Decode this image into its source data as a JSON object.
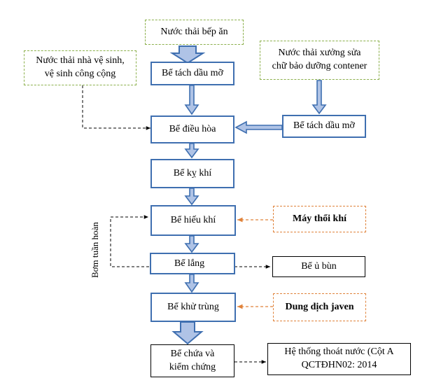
{
  "nodes": {
    "kitchen_wastewater": "Nước thải bếp ăn",
    "toilet_wastewater_line1": "Nước thải nhà vệ sinh,",
    "toilet_wastewater_line2": "vệ sinh công cộng",
    "workshop_wastewater_line1": "Nước thải  xưởng sửa",
    "workshop_wastewater_line2": "chữ bảo dưỡng contener",
    "grease_trap_1": "Bể tách dầu mỡ",
    "grease_trap_2": "Bể tách dầu mỡ",
    "equalization_tank": "Bể điều hòa",
    "anaerobic_tank": "Bể kỵ khí",
    "aerobic_tank": "Bể hiếu khí",
    "air_blower": "Máy thổi khí",
    "settling_tank": "Bể lắng",
    "sludge_tank": "Bể ủ bùn",
    "disinfection_tank": "Bể khử trùng",
    "javen_solution": "Dung dịch javen",
    "storage_tank_line1": "Bể chứa và",
    "storage_tank_line2": "kiểm chứng",
    "drainage_line1": "Hệ thống thoát nước (Cột A",
    "drainage_line2": "QCTĐHN02: 2014"
  },
  "labels": {
    "recirculation_pump": "Bơm tuần hoàn"
  },
  "colors": {
    "process_border": "#3F6FB0",
    "flow_arrow_fill": "#AFC3E6",
    "source_border": "#8CB04C",
    "input_border": "#E0823A"
  }
}
